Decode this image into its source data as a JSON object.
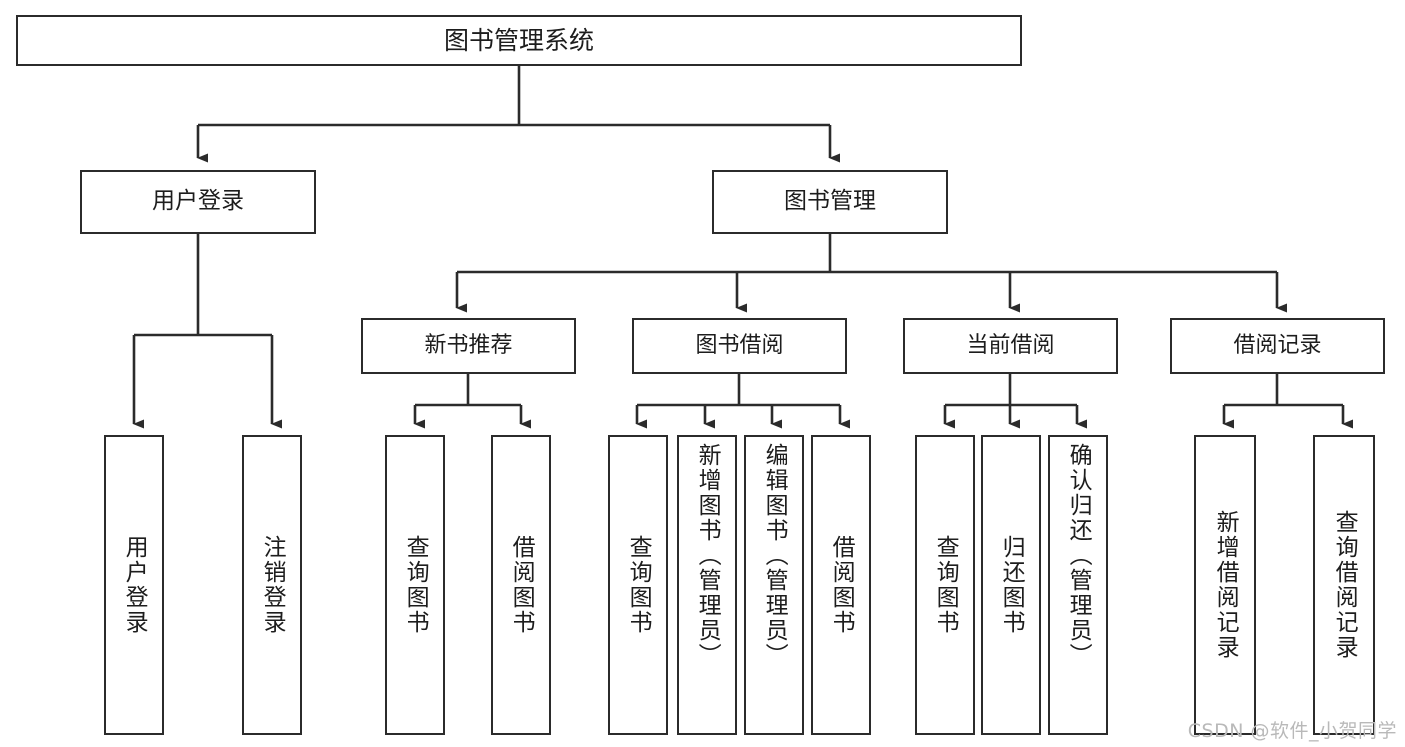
{
  "diagram": {
    "type": "tree-hierarchy-chart",
    "title": "图书管理系统",
    "stroke_color": "#2b2b2b",
    "text_color": "#1d1d1d",
    "background_color": "#ffffff",
    "root": {
      "label": "图书管理系统"
    },
    "level1": [
      {
        "label": "用户登录"
      },
      {
        "label": "图书管理"
      }
    ],
    "level2": [
      {
        "label": "新书推荐"
      },
      {
        "label": "图书借阅"
      },
      {
        "label": "当前借阅"
      },
      {
        "label": "借阅记录"
      }
    ],
    "leaves": {
      "user_login": [
        {
          "label": "用户登录"
        },
        {
          "label": "注销登录"
        }
      ],
      "new_book_recommend": [
        {
          "label": "查询图书"
        },
        {
          "label": "借阅图书"
        }
      ],
      "book_borrow": [
        {
          "label": "查询图书"
        },
        {
          "label": "新增图书（管理员）"
        },
        {
          "label": "编辑图书（管理员）"
        },
        {
          "label": "借阅图书"
        }
      ],
      "current_borrow": [
        {
          "label": "查询图书"
        },
        {
          "label": "归还图书"
        },
        {
          "label": "确认归还（管理员）"
        }
      ],
      "borrow_record": [
        {
          "label": "新增借阅记录"
        },
        {
          "label": "查询借阅记录"
        }
      ]
    }
  },
  "watermark": {
    "text": "CSDN @软件_小贺同学"
  }
}
